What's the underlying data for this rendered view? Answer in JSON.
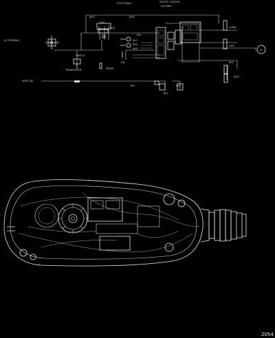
{
  "schematic": {
    "labels": [
      {
        "id": "l1",
        "text": "FOOT PEDAL"
      },
      {
        "id": "l2",
        "text": "MOTOR CONTROL"
      },
      {
        "id": "l3",
        "text": "HOUSING"
      },
      {
        "id": "l4",
        "text": "BATT"
      },
      {
        "id": "l5",
        "text": "BATT"
      },
      {
        "id": "l6",
        "text": "BLK"
      },
      {
        "id": "l7",
        "text": "RED"
      },
      {
        "id": "l8",
        "text": "CONN"
      },
      {
        "id": "l9",
        "text": "BLK"
      },
      {
        "id": "l10",
        "text": "BLK"
      },
      {
        "id": "l11",
        "text": "RED"
      },
      {
        "id": "l12",
        "text": "WHT"
      },
      {
        "id": "l13",
        "text": "GRN"
      },
      {
        "id": "l14",
        "text": "SW"
      },
      {
        "id": "l15",
        "text": "SWITCH"
      },
      {
        "id": "l16",
        "text": "TRANSDUCER"
      },
      {
        "id": "l17",
        "text": "SPEED"
      },
      {
        "id": "l18",
        "text": "ARMY DIE"
      },
      {
        "id": "l19",
        "text": "BLK"
      },
      {
        "id": "l20",
        "text": "BLK"
      },
      {
        "id": "l21",
        "text": "BLK"
      },
      {
        "id": "l22",
        "text": "BATT"
      },
      {
        "id": "l23",
        "text": "RED"
      },
      {
        "id": "l24",
        "text": "AT STEERING"
      }
    ],
    "motor_symbol": "M"
  },
  "page_number": "2054"
}
